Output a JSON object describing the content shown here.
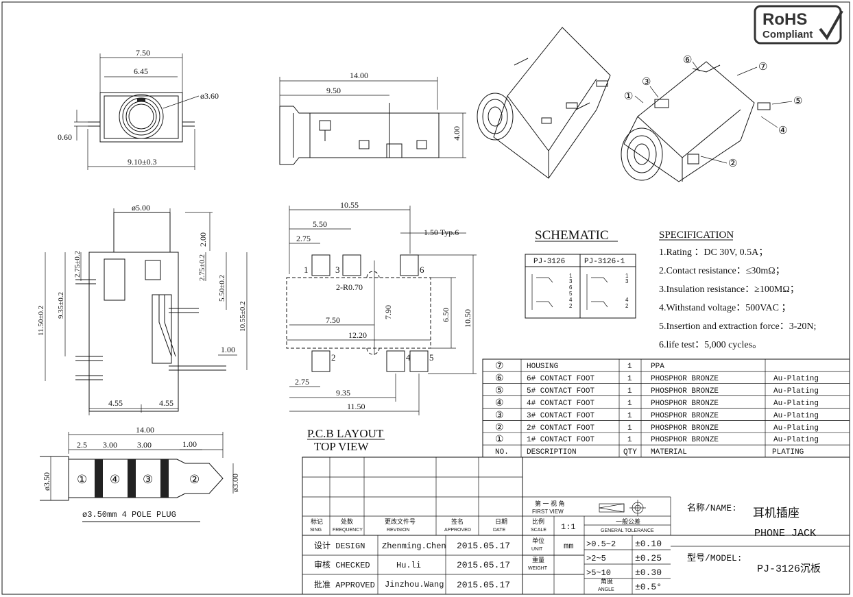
{
  "rohs": {
    "line1": "RoHS",
    "line2": "Compliant"
  },
  "front_view": {
    "dim_top": "7.50",
    "dim_inner": "6.45",
    "dim_dia": "ø3.60",
    "dim_left": "0.60",
    "dim_bottom": "9.10±0.3"
  },
  "side_view": {
    "dim_total": "14.00",
    "dim_partial": "9.50",
    "dim_height": "4.00"
  },
  "plan_view": {
    "dim_top": "ø5.00",
    "dim_2_00": "2.00",
    "dim_275a": "2.75±0.2",
    "dim_275b": "2.75±0.2",
    "dim_935": "9.35±0.2",
    "dim_550": "5.50±0.2",
    "dim_1150": "11.50±0.2",
    "dim_1055": "10.55±0.2",
    "dim_100": "1.00",
    "dim_455a": "4.55",
    "dim_455b": "4.55"
  },
  "pcb": {
    "dim_1055": "10.55",
    "dim_550": "5.50",
    "dim_275": "2.75",
    "dim_150": "1.50 Typ.6",
    "dim_r": "2-R0.70",
    "dim_750": "7.50",
    "dim_790": "7.90",
    "dim_650": "6.50",
    "dim_1220": "12.20",
    "dim_1050": "10.50",
    "dim_275b": "2.75",
    "dim_935": "9.35",
    "dim_1150": "11.50",
    "pads": [
      "1",
      "3",
      "6",
      "2",
      "4",
      "5"
    ],
    "title": "P.C.B LAYOUT",
    "subtitle": "TOP VIEW"
  },
  "plug": {
    "dim_total": "14.00",
    "dim_25": "2.5",
    "dim_300a": "3.00",
    "dim_300b": "3.00",
    "dim_100": "1.00",
    "dim_d1": "ø3.50",
    "dim_d2": "ø3.00",
    "labels": [
      "①",
      "④",
      "③",
      "②"
    ],
    "caption": "ø3.50mm 4 POLE PLUG"
  },
  "iso": {
    "callouts": [
      "①",
      "②",
      "③",
      "④",
      "⑤",
      "⑥",
      "⑦"
    ]
  },
  "schematic": {
    "title": "SCHEMATIC",
    "col1": "PJ-3126",
    "col2": "PJ-3126-1"
  },
  "specification": {
    "title": "SPECIFICATION",
    "lines": [
      "1.Rating ：DC 30V, 0.5A；",
      "2.Contact resistance：≤30mΩ；",
      "3.Insulation resistance：≥100MΩ；",
      "4.Withstand voltage：500VAC ；",
      "5.Insertion and extraction force：3-20N;",
      "6.life test：5,000 cycles。"
    ]
  },
  "bom": {
    "rows": [
      {
        "no": "⑦",
        "desc": "HOUSING",
        "qty": "1",
        "material": "PPA",
        "plating": ""
      },
      {
        "no": "⑥",
        "desc": "6# CONTACT FOOT",
        "qty": "1",
        "material": "PHOSPHOR BRONZE",
        "plating": "Au-Plating"
      },
      {
        "no": "⑤",
        "desc": "5# CONTACT FOOT",
        "qty": "1",
        "material": "PHOSPHOR BRONZE",
        "plating": "Au-Plating"
      },
      {
        "no": "④",
        "desc": "4# CONTACT FOOT",
        "qty": "1",
        "material": "PHOSPHOR BRONZE",
        "plating": "Au-Plating"
      },
      {
        "no": "③",
        "desc": "3# CONTACT FOOT",
        "qty": "1",
        "material": "PHOSPHOR BRONZE",
        "plating": "Au-Plating"
      },
      {
        "no": "②",
        "desc": "2# CONTACT FOOT",
        "qty": "1",
        "material": "PHOSPHOR BRONZE",
        "plating": "Au-Plating"
      },
      {
        "no": "①",
        "desc": "1# CONTACT FOOT",
        "qty": "1",
        "material": "PHOSPHOR BRONZE",
        "plating": "Au-Plating"
      }
    ],
    "header": {
      "no": "NO.",
      "desc": "DESCRIPTION",
      "qty": "QTY",
      "material": "MATERIAL",
      "plating": "PLATING"
    }
  },
  "title_block": {
    "h_sign_cn": "标记",
    "h_sign_en": "SING",
    "h_freq_cn": "处数",
    "h_freq_en": "FREQUENCY",
    "h_rev_cn": "更改文件号",
    "h_rev_en": "REVISION",
    "h_appr_cn": "签名",
    "h_appr_en": "APPROVED",
    "h_date_cn": "日期",
    "h_date_en": "DATE",
    "design_label": "设计 DESIGN",
    "design_name": "Zhenming.Chen",
    "design_date": "2015.05.17",
    "checked_label": "审核 CHECKED",
    "checked_name": "Hu.li",
    "checked_date": "2015.05.17",
    "approved_label": "批准 APPROVED",
    "approved_name": "Jinzhou.Wang",
    "approved_date": "2015.05.17",
    "view_cn": "第 一 视 角",
    "view_en": "FIRST VIEW",
    "scale_cn": "比例",
    "scale_en": "SCALE",
    "scale_val": "1:1",
    "tol_cn": "一般公差",
    "tol_en": "GENERAL TOLERANCE",
    "unit_cn": "单位",
    "unit_en": "UNIT",
    "unit_val": "mm",
    "weight_cn": "重量",
    "weight_en": "WEIGHT",
    "angle_cn": "角度",
    "angle_en": "ANGLE",
    "tol_rows": [
      {
        "range": ">0.5~2",
        "tol": "±0.10"
      },
      {
        "range": ">2~5",
        "tol": "±0.25"
      },
      {
        "range": ">5~10",
        "tol": "±0.30"
      }
    ],
    "angle_tol": "±0.5°",
    "name_label": "名称/NAME:",
    "name_cn": "耳机插座",
    "name_en": "PHONE JACK",
    "model_label": "型号/MODEL:",
    "model_val": "PJ-3126沉板"
  }
}
